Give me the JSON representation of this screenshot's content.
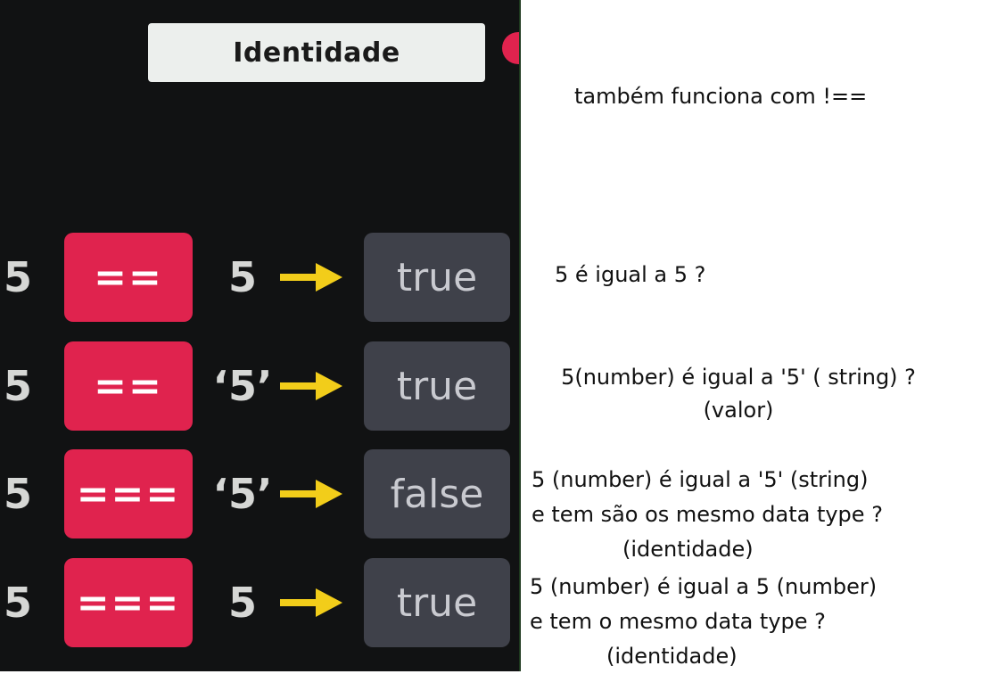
{
  "slide": {
    "title": "Identidade",
    "rows": [
      {
        "lhs": "5",
        "op": "==",
        "rhs": "5",
        "result": "true"
      },
      {
        "lhs": "5",
        "op": "==",
        "rhs": "‘5’",
        "result": "true"
      },
      {
        "lhs": "5",
        "op": "===",
        "rhs": "‘5’",
        "result": "false"
      },
      {
        "lhs": "5",
        "op": "===",
        "rhs": "5",
        "result": "true"
      }
    ],
    "colors": {
      "background": "#111213",
      "operator": "#e0234e",
      "result_box": "#3f414a",
      "arrow": "#f2cd1a"
    }
  },
  "notes": {
    "top": "também funciona com !==",
    "row1": "5 é igual a 5 ?",
    "row2": [
      "5(number) é igual a '5' ( string) ?",
      "(valor)"
    ],
    "row3": [
      "5 (number) é igual a '5' (string)",
      "e tem são os mesmo data type ?",
      "(identidade)"
    ],
    "row4": [
      "5 (number) é igual a 5 (number)",
      "e tem o mesmo data type ?",
      "(identidade)"
    ]
  }
}
